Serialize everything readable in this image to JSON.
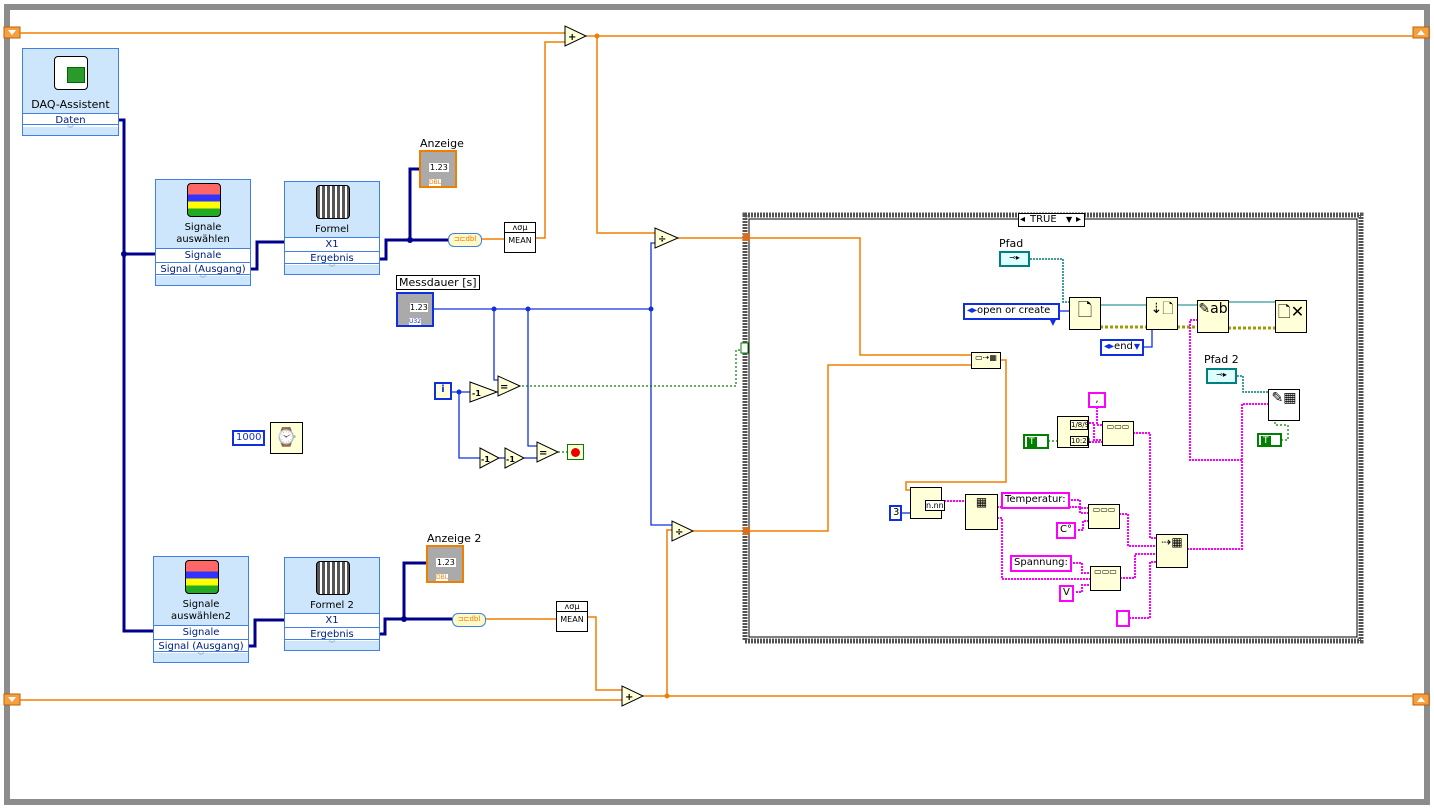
{
  "colors": {
    "loop_frame": "#8c8c8c",
    "dbl_wire": "#f07f00",
    "int_wire": "#1030e0",
    "bool_wire": "#008000",
    "string_wire": "#ff00ff",
    "path_wire": "#007f7f",
    "dynamic_wire": "#00008a",
    "express_bg": "#cde6fb",
    "express_border": "#3f7fe6",
    "node_bg": "#ffffd8"
  },
  "daq": {
    "title": "DAQ-Assistent",
    "output": "Daten"
  },
  "select1": {
    "title1": "Signale",
    "title2": "auswählen",
    "input": "Signale",
    "output": "Signal (Ausgang)"
  },
  "formula1": {
    "title": "Formel",
    "input": "X1",
    "output": "Ergebnis"
  },
  "select2": {
    "title1": "Signale",
    "title2": "auswählen2",
    "input": "Signale",
    "output": "Signal (Ausgang)"
  },
  "formula2": {
    "title": "Formel 2",
    "input": "X1",
    "output": "Ergebnis"
  },
  "indicator1": {
    "label": "Anzeige",
    "value": "1.23",
    "type": "DBL"
  },
  "indicator2": {
    "label": "Anzeige 2",
    "value": "1.23",
    "type": "DBL"
  },
  "mean1": {
    "label": "MEAN",
    "icon": "ᴧσμ"
  },
  "mean2": {
    "label": "MEAN",
    "icon": "ᴧσμ"
  },
  "messdauer": {
    "label": "Messdauer [s]",
    "value": "1.23",
    "type": "U32"
  },
  "iteration": {
    "label": "i"
  },
  "wait": {
    "ms": "1000"
  },
  "ops": {
    "add": "+",
    "divide": "÷",
    "decrement": "-1",
    "equal": "="
  },
  "case": {
    "selector": "TRUE"
  },
  "file": {
    "path_label": "Pfad",
    "path2_label": "Pfad 2",
    "open_mode": "open or create",
    "position": "end",
    "bool_true": "T"
  },
  "strings": {
    "separator": ",",
    "temperatur": "Temperatur:",
    "temp_unit": "C°",
    "spannung": "Spannung:",
    "volt_unit": "V",
    "empty": "",
    "precision": "3"
  },
  "node_text": {
    "fmt": "n.nn",
    "date": "1/8/9",
    "time": "10:21"
  }
}
